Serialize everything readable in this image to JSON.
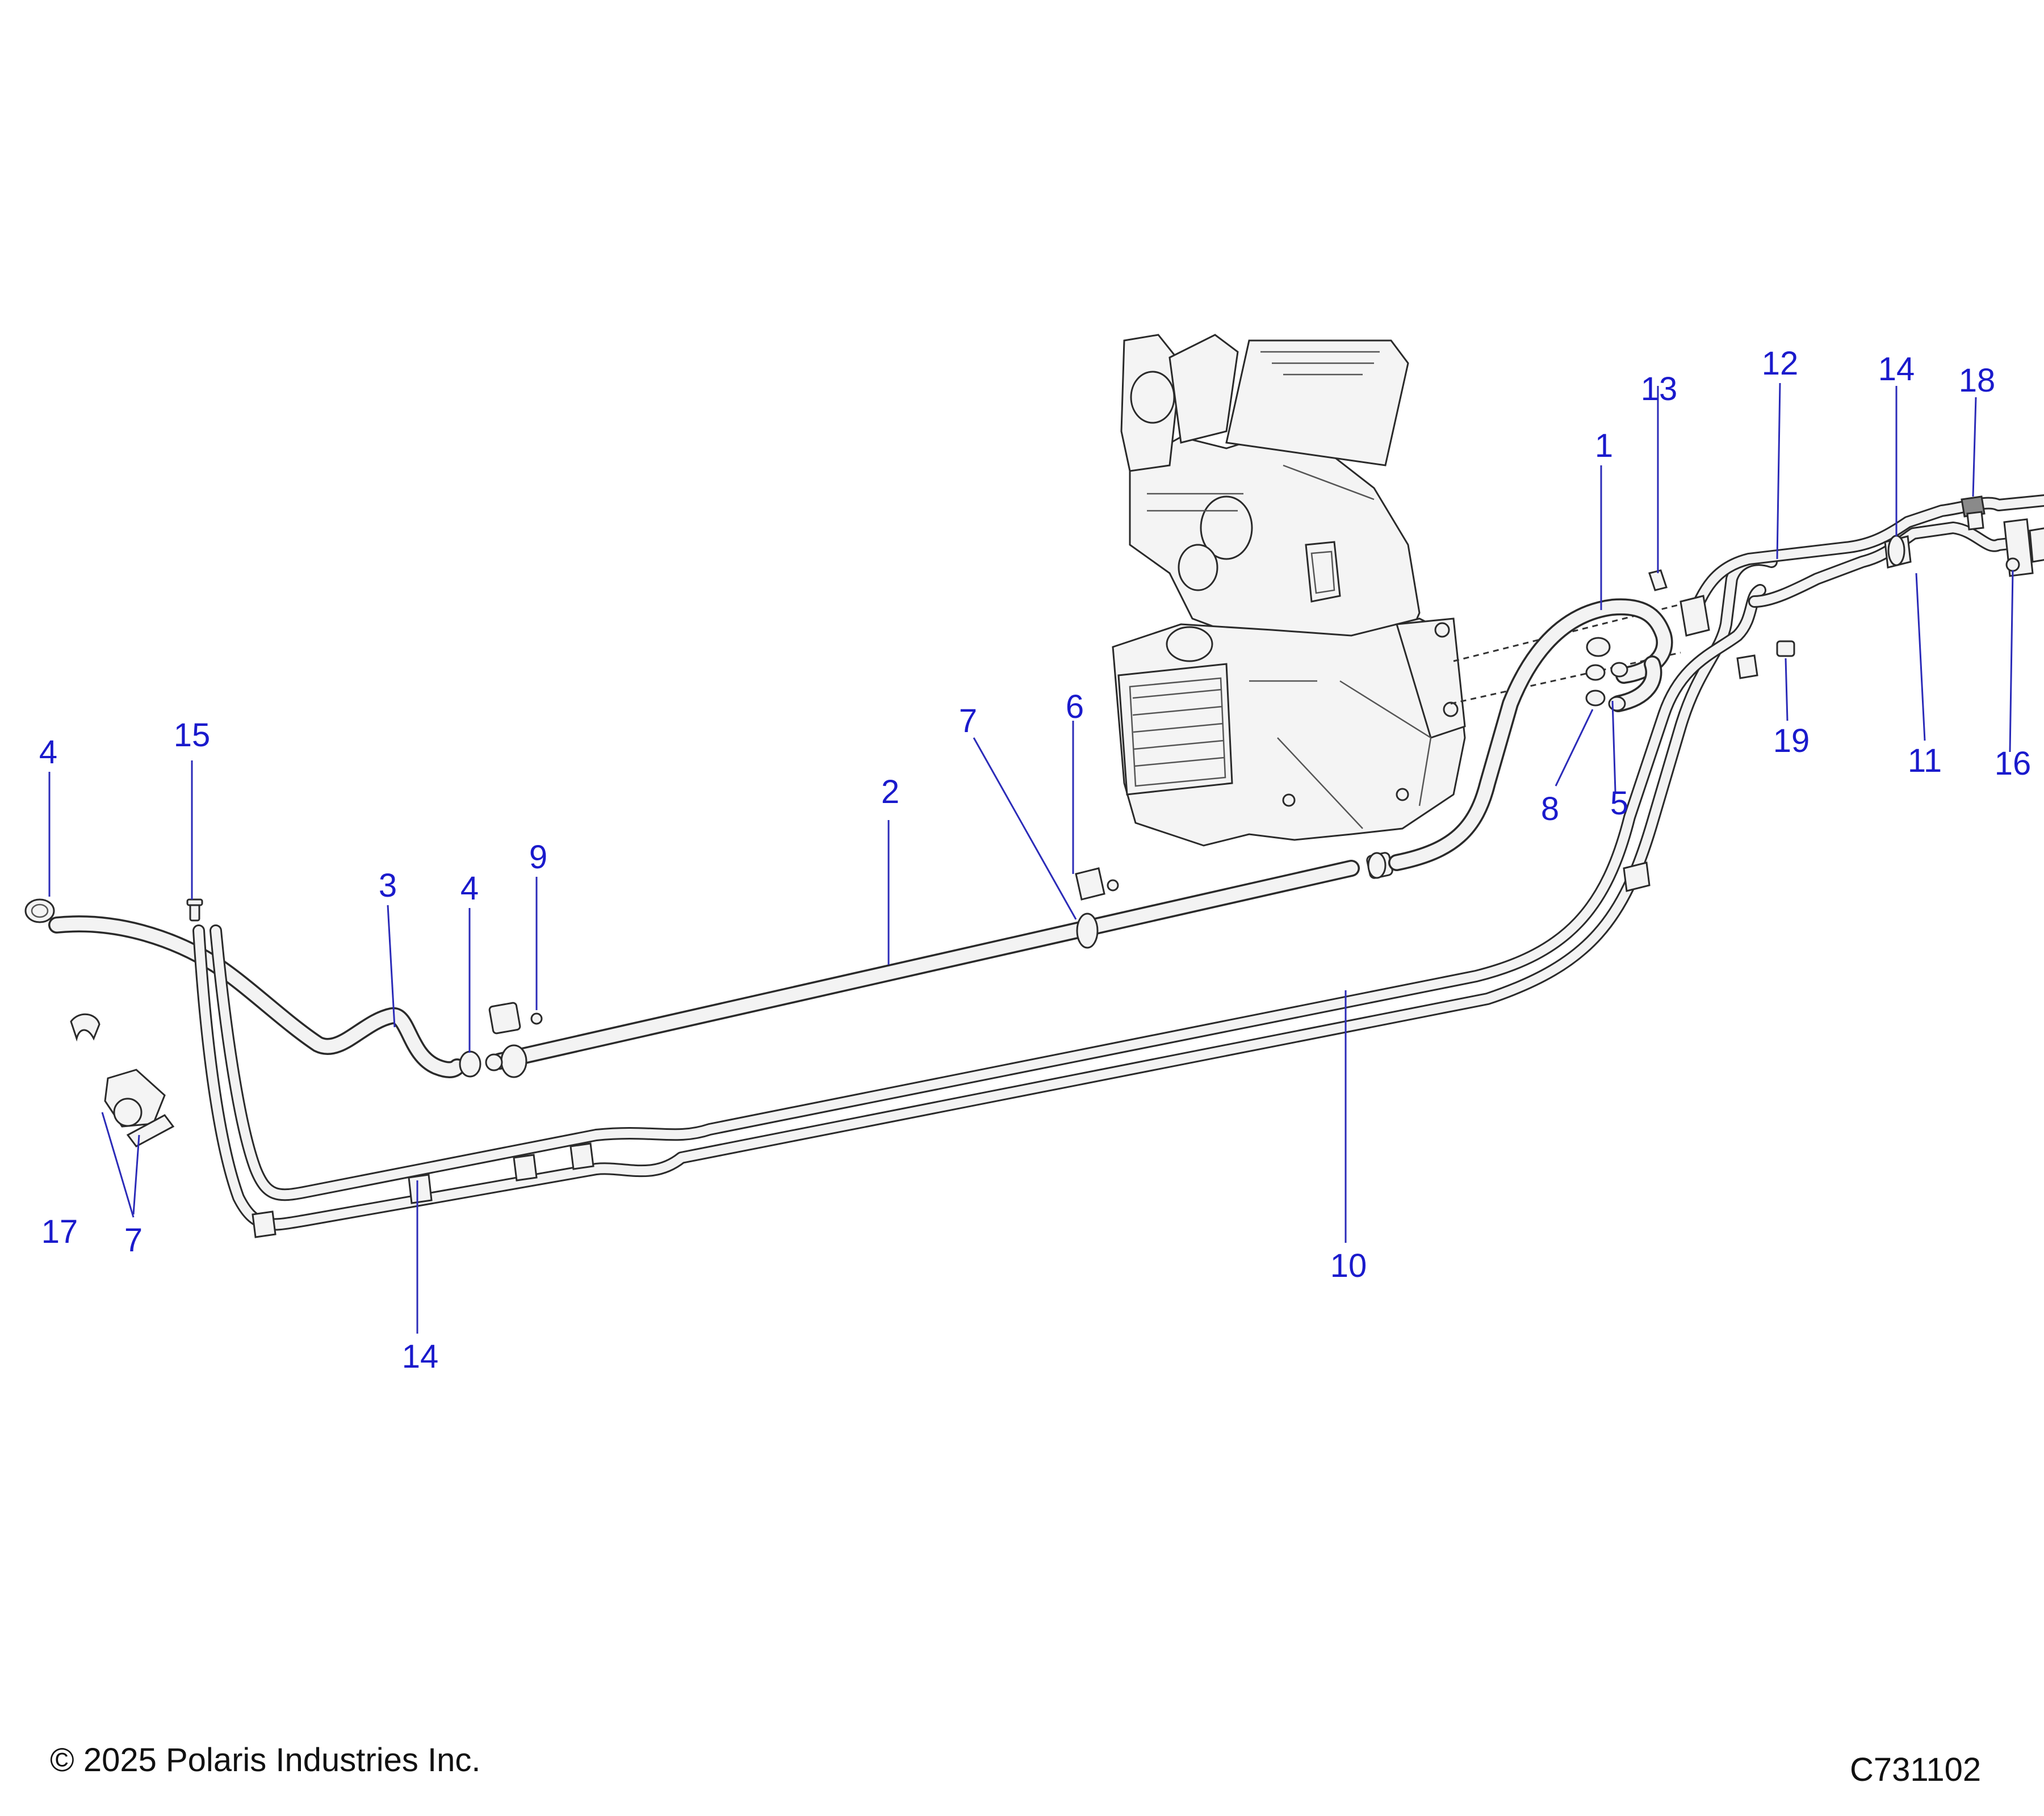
{
  "callout_color": "#1a1acc",
  "callouts": [
    {
      "id": "c1",
      "text": "1"
    },
    {
      "id": "c2",
      "text": "2"
    },
    {
      "id": "c3",
      "text": "3"
    },
    {
      "id": "c4a",
      "text": "4"
    },
    {
      "id": "c4b",
      "text": "4"
    },
    {
      "id": "c5",
      "text": "5"
    },
    {
      "id": "c6",
      "text": "6"
    },
    {
      "id": "c7a",
      "text": "7"
    },
    {
      "id": "c7b",
      "text": "7"
    },
    {
      "id": "c8",
      "text": "8"
    },
    {
      "id": "c9",
      "text": "9"
    },
    {
      "id": "c10",
      "text": "10"
    },
    {
      "id": "c11",
      "text": "11"
    },
    {
      "id": "c12",
      "text": "12"
    },
    {
      "id": "c13",
      "text": "13"
    },
    {
      "id": "c14a",
      "text": "14"
    },
    {
      "id": "c14b",
      "text": "14"
    },
    {
      "id": "c15",
      "text": "15"
    },
    {
      "id": "c16",
      "text": "16"
    },
    {
      "id": "c17",
      "text": "17"
    },
    {
      "id": "c18",
      "text": "18"
    },
    {
      "id": "c19",
      "text": "19"
    }
  ],
  "footer": {
    "copyright": "© 2025 Polaris Industries Inc.",
    "diagram_id": "C731102"
  }
}
